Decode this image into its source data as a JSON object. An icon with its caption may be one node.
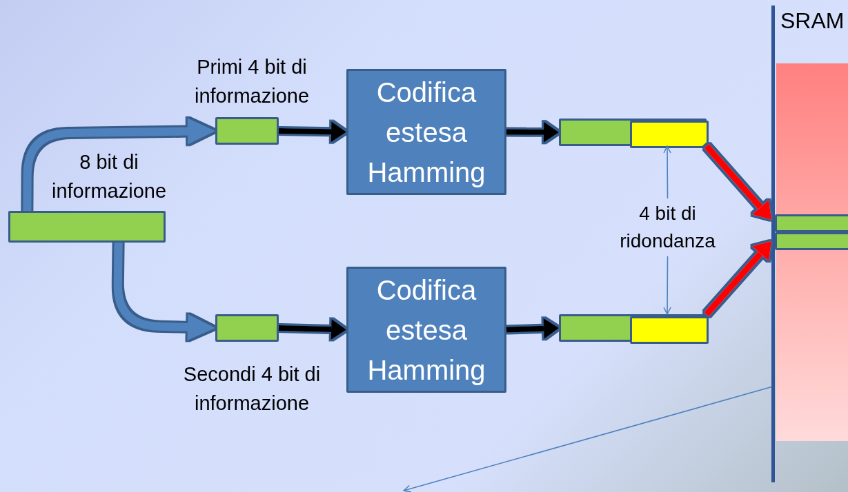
{
  "diagram": {
    "nodes": [
      {
        "text": [],
        "shape": "bar",
        "beside": [
          "8 bit di informazione"
        ]
      },
      {
        "text": [],
        "shape": "bar",
        "beside": [
          "Primi 4 bit di informazione"
        ]
      },
      {
        "text": [],
        "shape": "bar",
        "beside": [
          "Secondi 4 bit di informazione"
        ]
      },
      {
        "text": [
          "Codifica estesa Hamming"
        ]
      },
      {
        "text": [
          "Codifica estesa Hamming"
        ]
      },
      {
        "text": [],
        "shape": "bar"
      },
      {
        "text": [],
        "shape": "bar",
        "in": 5
      },
      {
        "text": [],
        "shape": "bar"
      },
      {
        "text": [],
        "shape": "bar",
        "in": 7
      },
      {
        "text": [
          "4 bit di ridondanza"
        ]
      },
      {
        "text": [
          "SRAM"
        ]
      },
      {
        "text": [],
        "shape": "bar",
        "in": 10
      },
      {
        "text": [],
        "shape": "bar",
        "in": 10
      }
    ],
    "edges": [
      {
        "from": 0,
        "to": 1,
        "arrow": "to"
      },
      {
        "from": 0,
        "to": 2,
        "arrow": "to"
      },
      {
        "from": 1,
        "to": 3,
        "arrow": "to",
        "color": "#000000"
      },
      {
        "from": 2,
        "to": 4,
        "arrow": "to",
        "color": "#000000"
      },
      {
        "from": 3,
        "to": 5,
        "arrow": "to",
        "color": "#000000"
      },
      {
        "from": 4,
        "to": 7,
        "arrow": "to",
        "color": "#000000"
      },
      {
        "from": 9,
        "to": 6,
        "arrow": "to"
      },
      {
        "from": 9,
        "to": 8,
        "arrow": "to"
      },
      {
        "from": 5,
        "to": 11,
        "arrow": "to",
        "color": "#ff0000"
      },
      {
        "from": 7,
        "to": 12,
        "arrow": "to",
        "color": "#ff0000"
      },
      {
        "from": 10,
        "to": null,
        "arrow": "to"
      }
    ]
  }
}
